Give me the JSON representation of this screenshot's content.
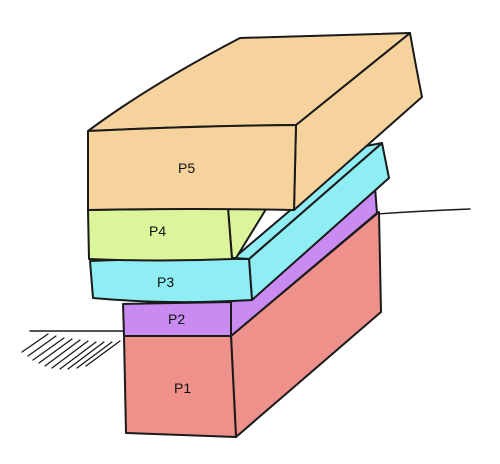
{
  "colors": {
    "p1": "#ee918a",
    "p2": "#c98af2",
    "p3": "#8feef3",
    "p4": "#ddf59a",
    "p5": "#f6d39d",
    "outline": "#1a1a1a"
  },
  "blocks": [
    {
      "id": "p1",
      "label": "P1"
    },
    {
      "id": "p2",
      "label": "P2"
    },
    {
      "id": "p3",
      "label": "P3"
    },
    {
      "id": "p4",
      "label": "P4"
    },
    {
      "id": "p5",
      "label": "P5"
    }
  ]
}
